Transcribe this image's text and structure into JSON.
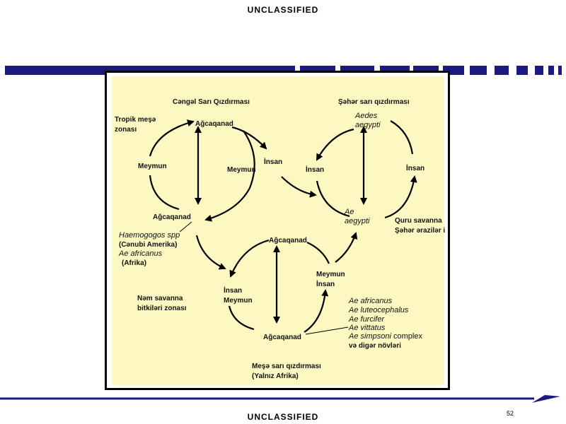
{
  "classification": {
    "top": "UNCLASSIFIED",
    "bottom": "UNCLASSIFIED"
  },
  "page_number": "52",
  "colors": {
    "navy": "#1a1a80",
    "panel_bg": "#fdf8c2",
    "arrow": "#000000"
  },
  "diagram": {
    "jungle": {
      "title": "Cəngəl Sarı Qızdırması",
      "zone": [
        "Tropik meşə",
        "zonası"
      ],
      "mosquito_top": "Ağcaqanad",
      "monkey_left": "Meymun",
      "monkey_right": "Meymun",
      "human": "İnsan",
      "mosquito_bottom": "Ağcaqanad",
      "vectors": [
        {
          "species": "Haemogogos spp",
          "region": "(Cənubi Amerika)"
        },
        {
          "species": "Ae africanus",
          "region": "(Afrika)"
        }
      ]
    },
    "urban": {
      "title": "Şəhər sarı qızdırması",
      "vector_top": [
        "Aedes",
        "aegypti"
      ],
      "human_left": "İnsan",
      "human_right": "İnsan",
      "vector_bottom": [
        "Ae",
        "aegypti"
      ],
      "zone": [
        "Quru savanna",
        "Şəhər ərazilər i"
      ]
    },
    "savanna": {
      "mosquito_top": "Ağcaqanad",
      "left_hosts": [
        "İnsan",
        "Meymun"
      ],
      "right_hosts": [
        "Meymun",
        "İnsan"
      ],
      "mosquito_bottom": "Ağcaqanad",
      "zone": [
        "Nəm savanna",
        "bitkiləri zonası"
      ],
      "title": [
        "Meşə sarı qızdırması",
        "(Yalnız Afrika)"
      ],
      "vectors_italic": [
        "Ae africanus",
        "Ae luteocephalus",
        "Ae furcifer",
        "Ae vittatus",
        "Ae simpsoni"
      ],
      "vectors_tail": " complex",
      "vectors_other": "və digər növləri"
    }
  }
}
